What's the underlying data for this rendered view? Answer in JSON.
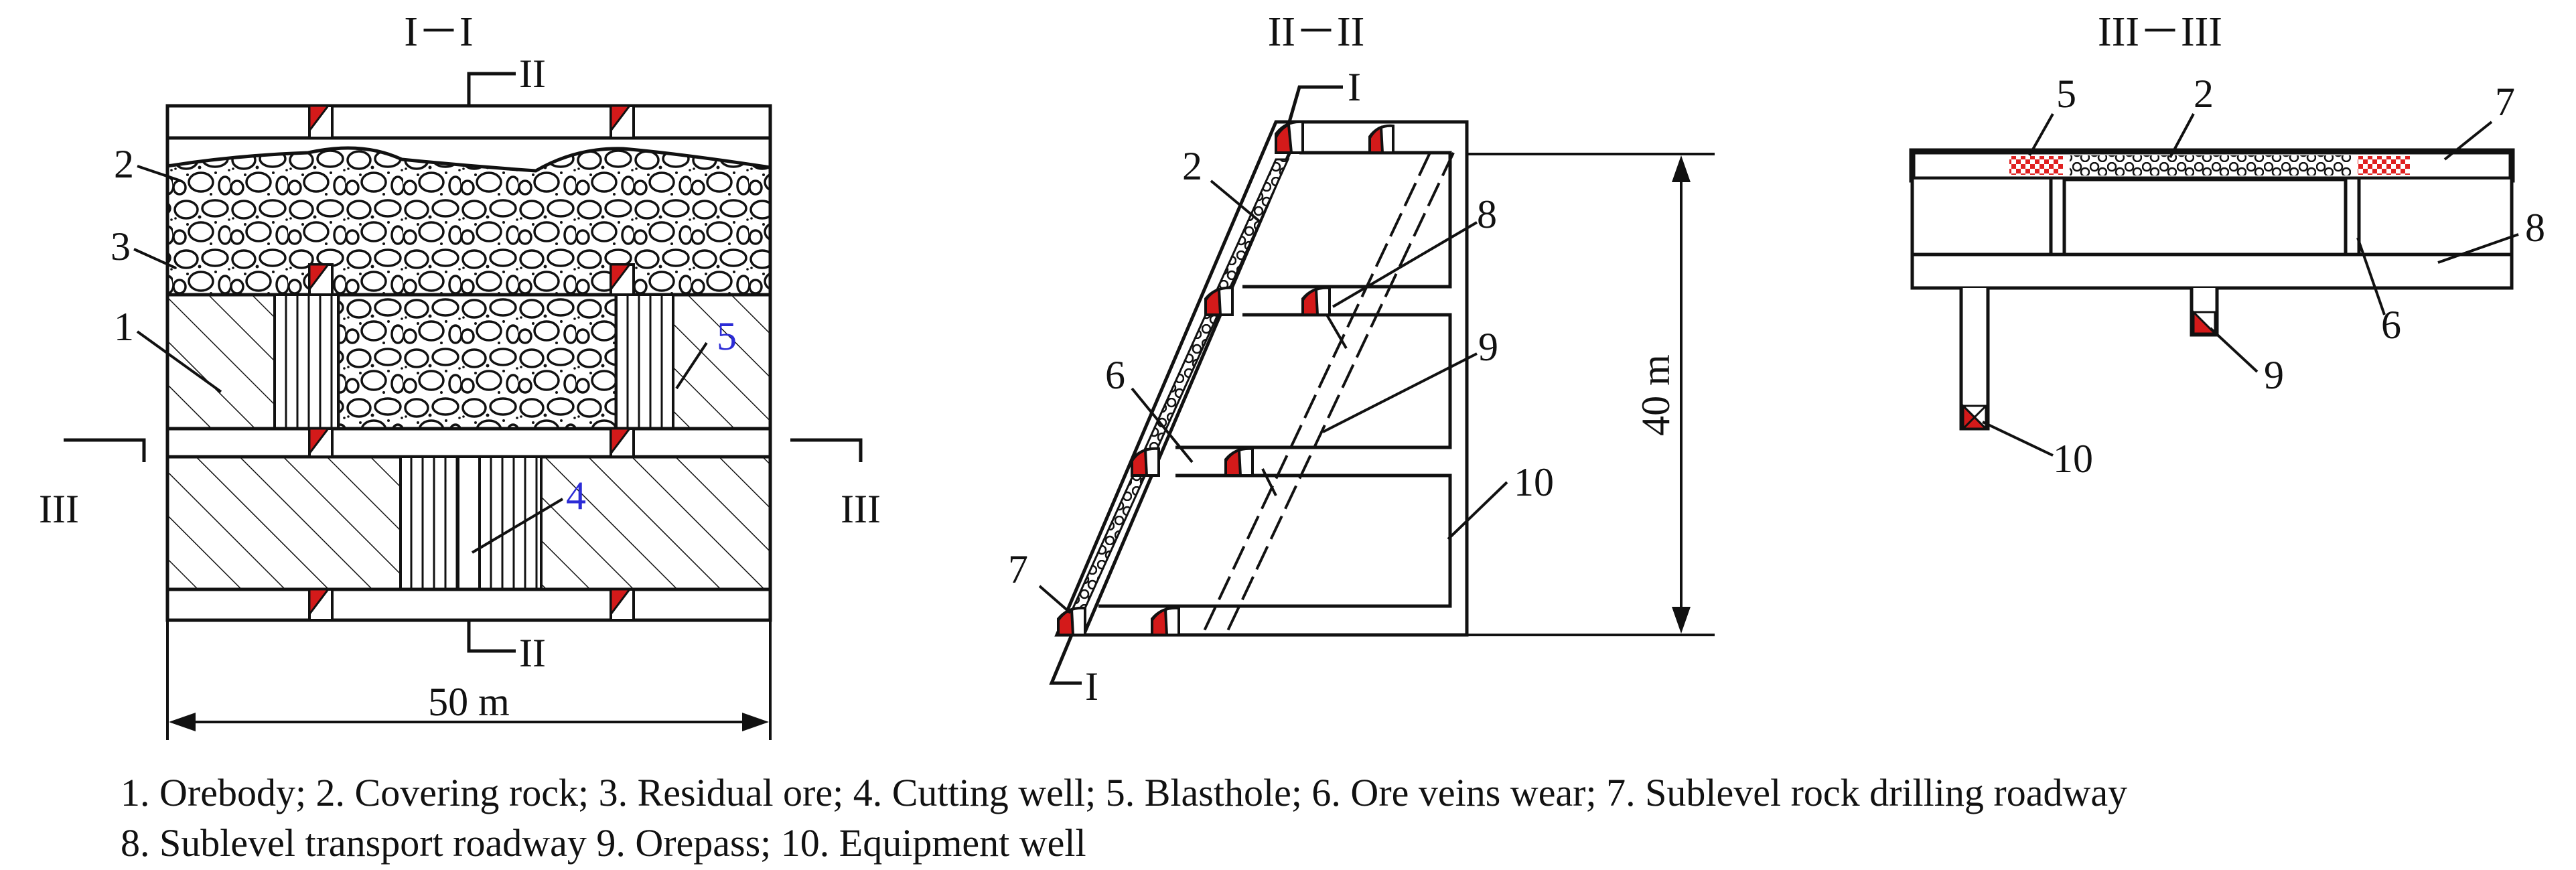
{
  "section_titles": {
    "s1": "I－I",
    "s2": "II－II",
    "s3": "III－III"
  },
  "sec1": {
    "cut_II": "II",
    "cut_III_left": "III",
    "cut_III_right": "III",
    "label_1": "1",
    "label_2": "2",
    "label_3": "3",
    "label_4": "4",
    "label_5": "5",
    "dimension": "50 m"
  },
  "sec2": {
    "cut_I": "I",
    "label_2": "2",
    "label_6": "6",
    "label_7": "7",
    "label_8": "8",
    "label_9": "9",
    "label_10": "10",
    "dimension": "40 m"
  },
  "sec3": {
    "label_2": "2",
    "label_5": "5",
    "label_6": "6",
    "label_7": "7",
    "label_8": "8",
    "label_9": "9",
    "label_10": "10"
  },
  "caption": {
    "line1": "1. Orebody; 2. Covering rock; 3. Residual ore; 4. Cutting well; 5. Blasthole; 6. Ore veins wear; 7. Sublevel rock drilling roadway",
    "line2": "8. Sublevel transport roadway 9. Orepass; 10. Equipment well"
  },
  "colors": {
    "line": "#111111",
    "accent_red": "#d41a1a",
    "label_blue": "#2b2bd6"
  }
}
